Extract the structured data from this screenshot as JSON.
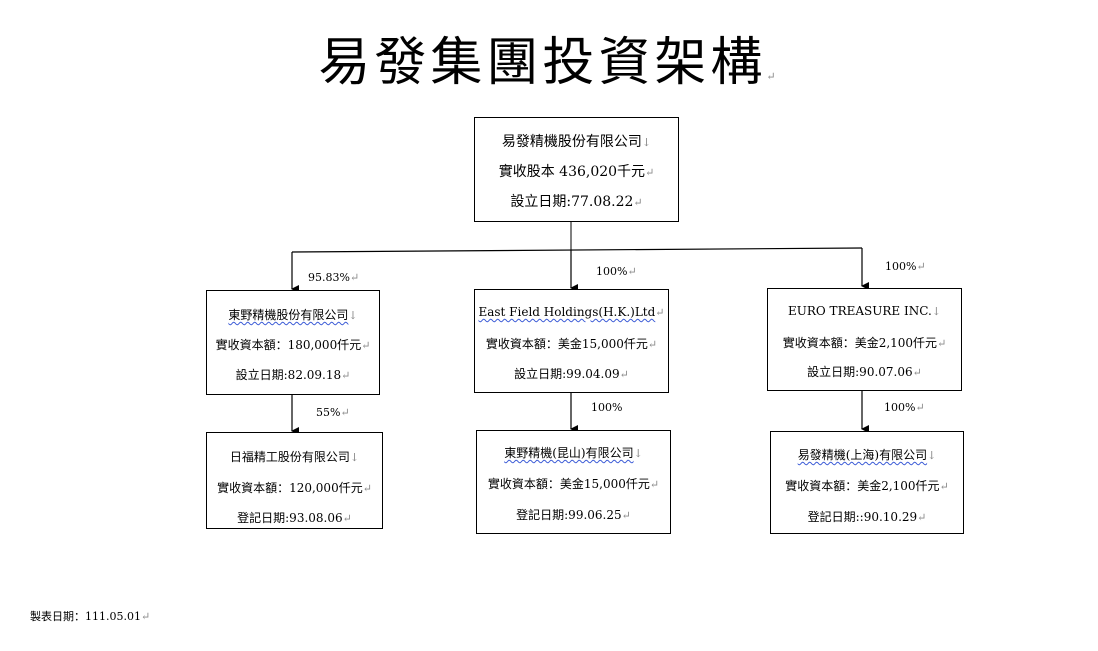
{
  "title": "易發集團投資架構",
  "paragraph_mark": "↵",
  "line_mark": "↓",
  "root": {
    "name": "易發精機股份有限公司",
    "capital": "實收股本 436,020千元",
    "date": "設立日期:77.08.22"
  },
  "level1": [
    {
      "pct": "95.83%",
      "name": "東野精機股份有限公司",
      "capital": "實收資本額：180,000仟元",
      "date": "設立日期:82.09.18"
    },
    {
      "pct": "100%",
      "name": "East Field Holdings(H.K.)Ltd",
      "capital": "實收資本額：美金15,000仟元",
      "date": "設立日期:99.04.09"
    },
    {
      "pct": "100%",
      "name": "EURO TREASURE INC.",
      "capital": "實收資本額：美金2,100仟元",
      "date": "設立日期:90.07.06"
    }
  ],
  "level2": [
    {
      "pct": "55%",
      "name": "日福精工股份有限公司",
      "capital": "實收資本額：120,000仟元",
      "date": "登記日期:93.08.06"
    },
    {
      "pct": "100%",
      "name": "東野精機(昆山)有限公司",
      "capital": "實收資本額：美金15,000仟元",
      "date": "登記日期:99.06.25"
    },
    {
      "pct": "100%",
      "name": "易發精機(上海)有限公司",
      "capital": "實收資本額：美金2,100仟元",
      "date": "登記日期::90.10.29"
    }
  ],
  "footer": "製表日期：111.05.01"
}
